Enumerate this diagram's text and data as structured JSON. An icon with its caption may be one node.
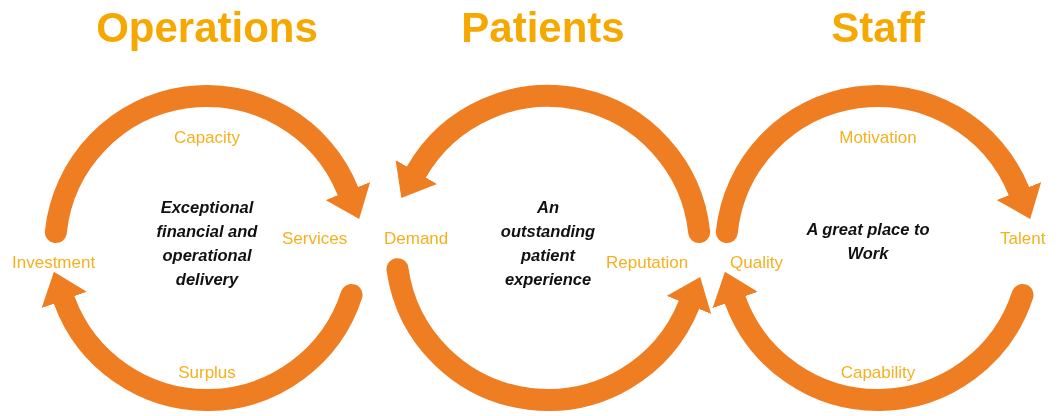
{
  "diagram": {
    "nodes": [
      {
        "text": [
          "Investment"
        ]
      },
      {
        "text": [
          "Services"
        ]
      },
      {
        "text": [
          "Demand"
        ]
      },
      {
        "text": [
          "Reputation"
        ]
      },
      {
        "text": [
          "Quality"
        ]
      },
      {
        "text": [
          "Talent"
        ]
      }
    ],
    "edges": [
      {
        "from": 0,
        "to": 1,
        "arrow": "to",
        "label": "Capacity"
      },
      {
        "from": 1,
        "to": 0,
        "arrow": "to",
        "label": "Surplus"
      },
      {
        "from": 3,
        "to": 2,
        "arrow": "to"
      },
      {
        "from": 2,
        "to": 3,
        "arrow": "to"
      },
      {
        "from": 4,
        "to": 5,
        "arrow": "to",
        "label": "Motivation"
      },
      {
        "from": 5,
        "to": 4,
        "arrow": "to",
        "label": "Capability"
      }
    ],
    "labels": [
      "Operations",
      "Patients",
      "Staff",
      "Exceptional financial and operational delivery",
      "An outstanding patient experience",
      "A great place to Work"
    ]
  }
}
